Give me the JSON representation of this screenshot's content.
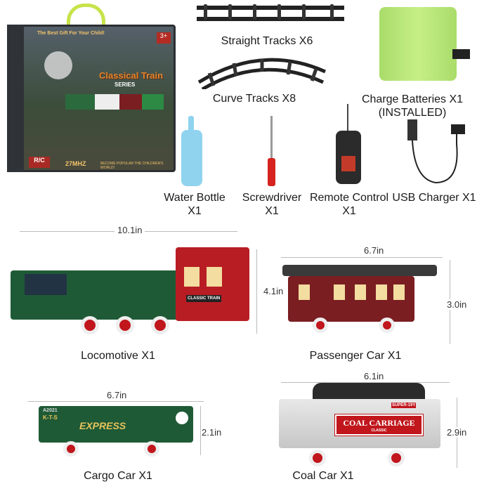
{
  "product_art": {
    "box_tagline": "The Best Gift For Your Child!",
    "box_title": "Classical Train",
    "box_series": "SERIES",
    "box_age": "3+",
    "box_rc": "R/C",
    "box_freq": "27MHZ",
    "box_slogan": "BECOME POPULAR THE CHILDREN'S WORLD!",
    "locomotive_plate": "CLASSIC TRAIN",
    "cargo_id": "A2021",
    "cargo_code": "K-T-S",
    "cargo_name": "EXPRESS",
    "coal_name": "COAL CARRIAGE",
    "coal_sub": "CLASSIC",
    "coal_badge": "SUPER-19Y"
  },
  "items": {
    "straight_tracks": "Straight Tracks  X6",
    "curve_tracks": "Curve Tracks  X8",
    "batteries_1": "Charge Batteries X1",
    "batteries_2": "(INSTALLED)",
    "water_bottle_1": "Water Bottle",
    "water_bottle_2": "X1",
    "screwdriver_1": "Screwdriver",
    "screwdriver_2": "X1",
    "remote_1": "Remote Control",
    "remote_2": "X1",
    "usb_charger": "USB Charger X1",
    "locomotive": "Locomotive X1",
    "passenger_car": "Passenger Car  X1",
    "cargo_car": "Cargo Car X1",
    "coal_car": "Coal Car X1"
  },
  "dimensions": {
    "locomotive_length": "10.1in",
    "locomotive_height": "4.1in",
    "passenger_length": "6.7in",
    "passenger_height": "3.0in",
    "cargo_length": "6.7in",
    "cargo_height": "2.1in",
    "coal_length": "6.1in",
    "coal_height": "2.9in"
  },
  "colors": {
    "green": "#1f5a36",
    "red": "#b81d24",
    "maroon": "#7a1e22",
    "battery": "#b6e676",
    "silver": "#d8d8d8"
  }
}
